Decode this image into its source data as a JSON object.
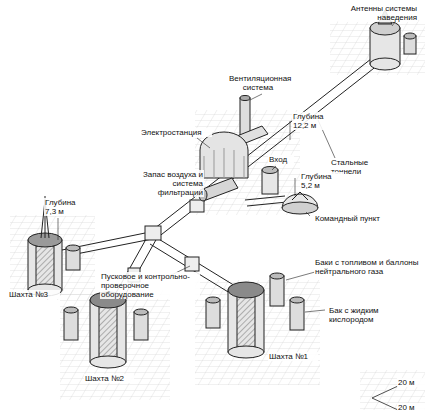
{
  "diagram": {
    "labels": [
      "Антенны системы наведения",
      "Вентиляционная система",
      "Глубина 12,2 м",
      "Стальные тоннели",
      "Электростанция",
      "Вход",
      "Глубина 5,2 м",
      "Запас воздуха и система фильтрации",
      "Командный пункт",
      "Глубина 7,3 м",
      "Шахта №3",
      "Пусковое и контрольно-проверочное оборудование",
      "Баки с топливом и баллоны нейтрального газа",
      "Бак с жидким кислородом",
      "Шахта №1",
      "Шахта №2",
      "20 м",
      "20 м"
    ]
  }
}
